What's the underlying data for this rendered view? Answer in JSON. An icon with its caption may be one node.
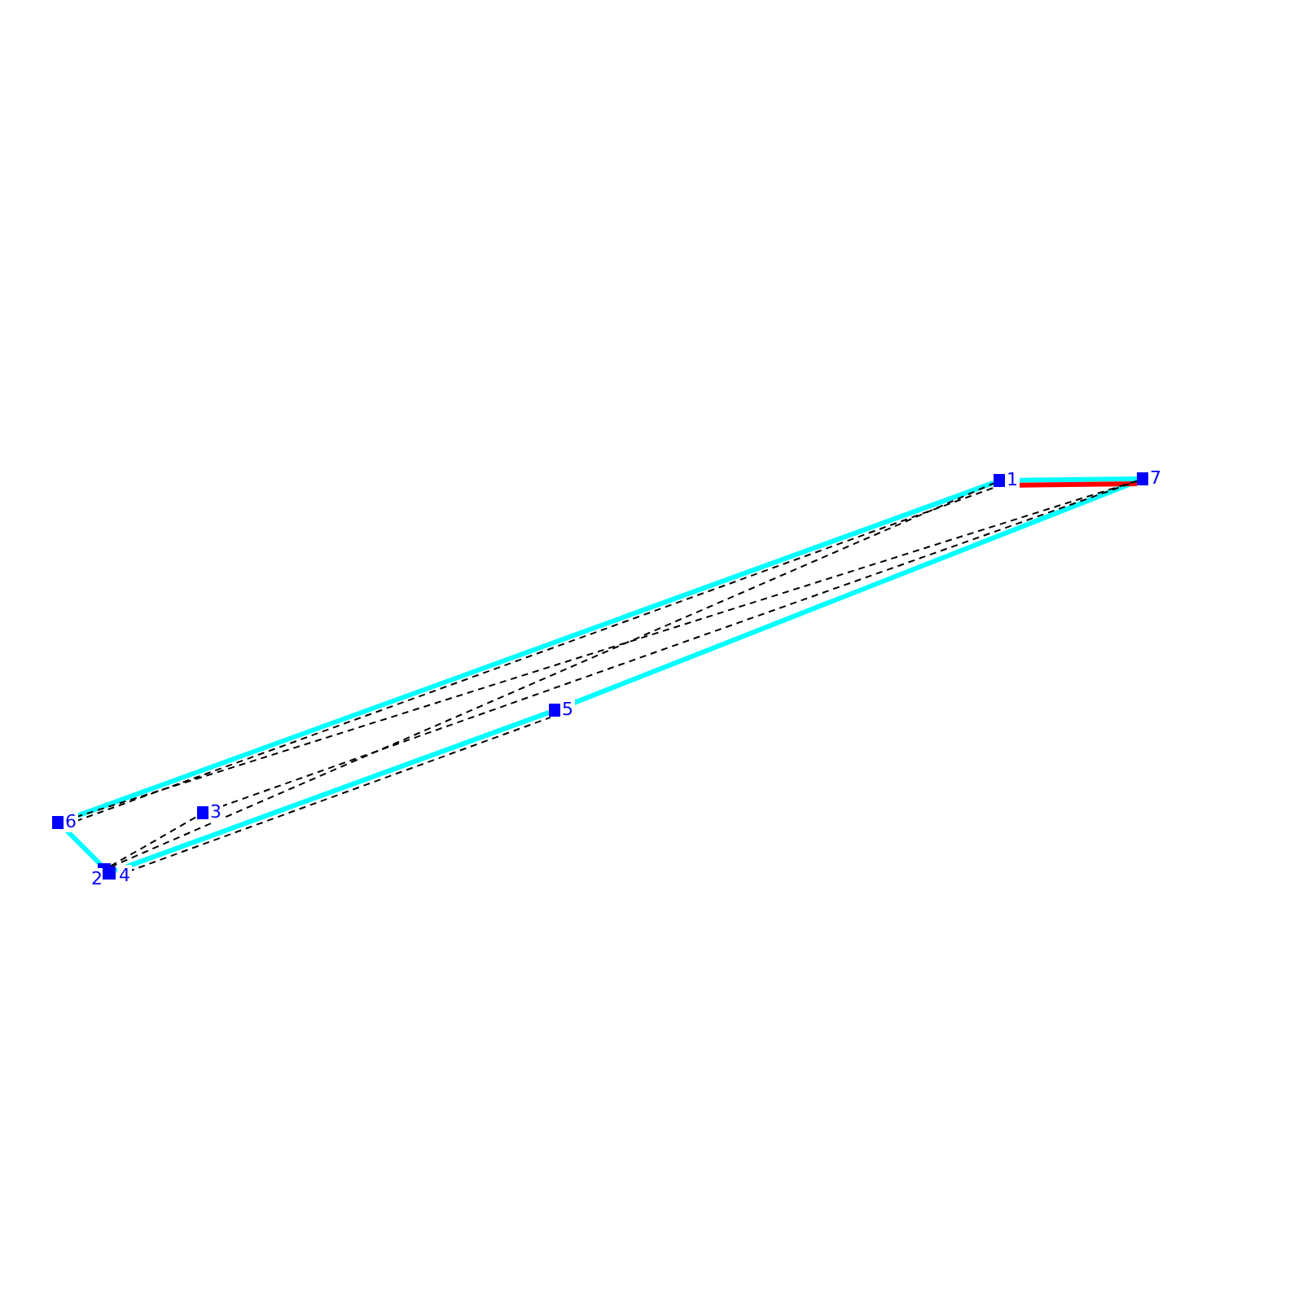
{
  "diagram": {
    "nodes": [
      {
        "text": [
          "1"
        ]
      },
      {
        "text": [
          "2"
        ]
      },
      {
        "text": [
          "3"
        ]
      },
      {
        "text": [
          "4"
        ]
      },
      {
        "text": [
          "5"
        ]
      },
      {
        "text": [
          "6"
        ]
      },
      {
        "text": [
          "7"
        ]
      }
    ],
    "edges": [
      {
        "from": 5,
        "to": 0,
        "arrow": "none",
        "style": "thick",
        "color": "#00ffff"
      },
      {
        "from": 5,
        "to": 3,
        "arrow": "none",
        "style": "thick",
        "color": "#00ffff"
      },
      {
        "from": 3,
        "to": 4,
        "arrow": "none",
        "style": "thick",
        "color": "#00ffff"
      },
      {
        "from": 4,
        "to": 6,
        "arrow": "none",
        "style": "thick",
        "color": "#00ffff"
      },
      {
        "from": 6,
        "to": 0,
        "arrow": "none",
        "style": "thick",
        "color": "#00ffff"
      },
      {
        "from": 0,
        "to": 6,
        "arrow": "none",
        "style": "thick",
        "color": "#ff0000"
      },
      {
        "from": 5,
        "to": 0,
        "arrow": "none",
        "style": "dashed"
      },
      {
        "from": 5,
        "to": 6,
        "arrow": "none",
        "style": "dashed"
      },
      {
        "from": 1,
        "to": 0,
        "arrow": "none",
        "style": "dashed"
      },
      {
        "from": 1,
        "to": 2,
        "arrow": "none",
        "style": "dashed"
      },
      {
        "from": 2,
        "to": 6,
        "arrow": "none",
        "style": "dashed"
      },
      {
        "from": 3,
        "to": 4,
        "arrow": "none",
        "style": "dashed"
      }
    ]
  }
}
